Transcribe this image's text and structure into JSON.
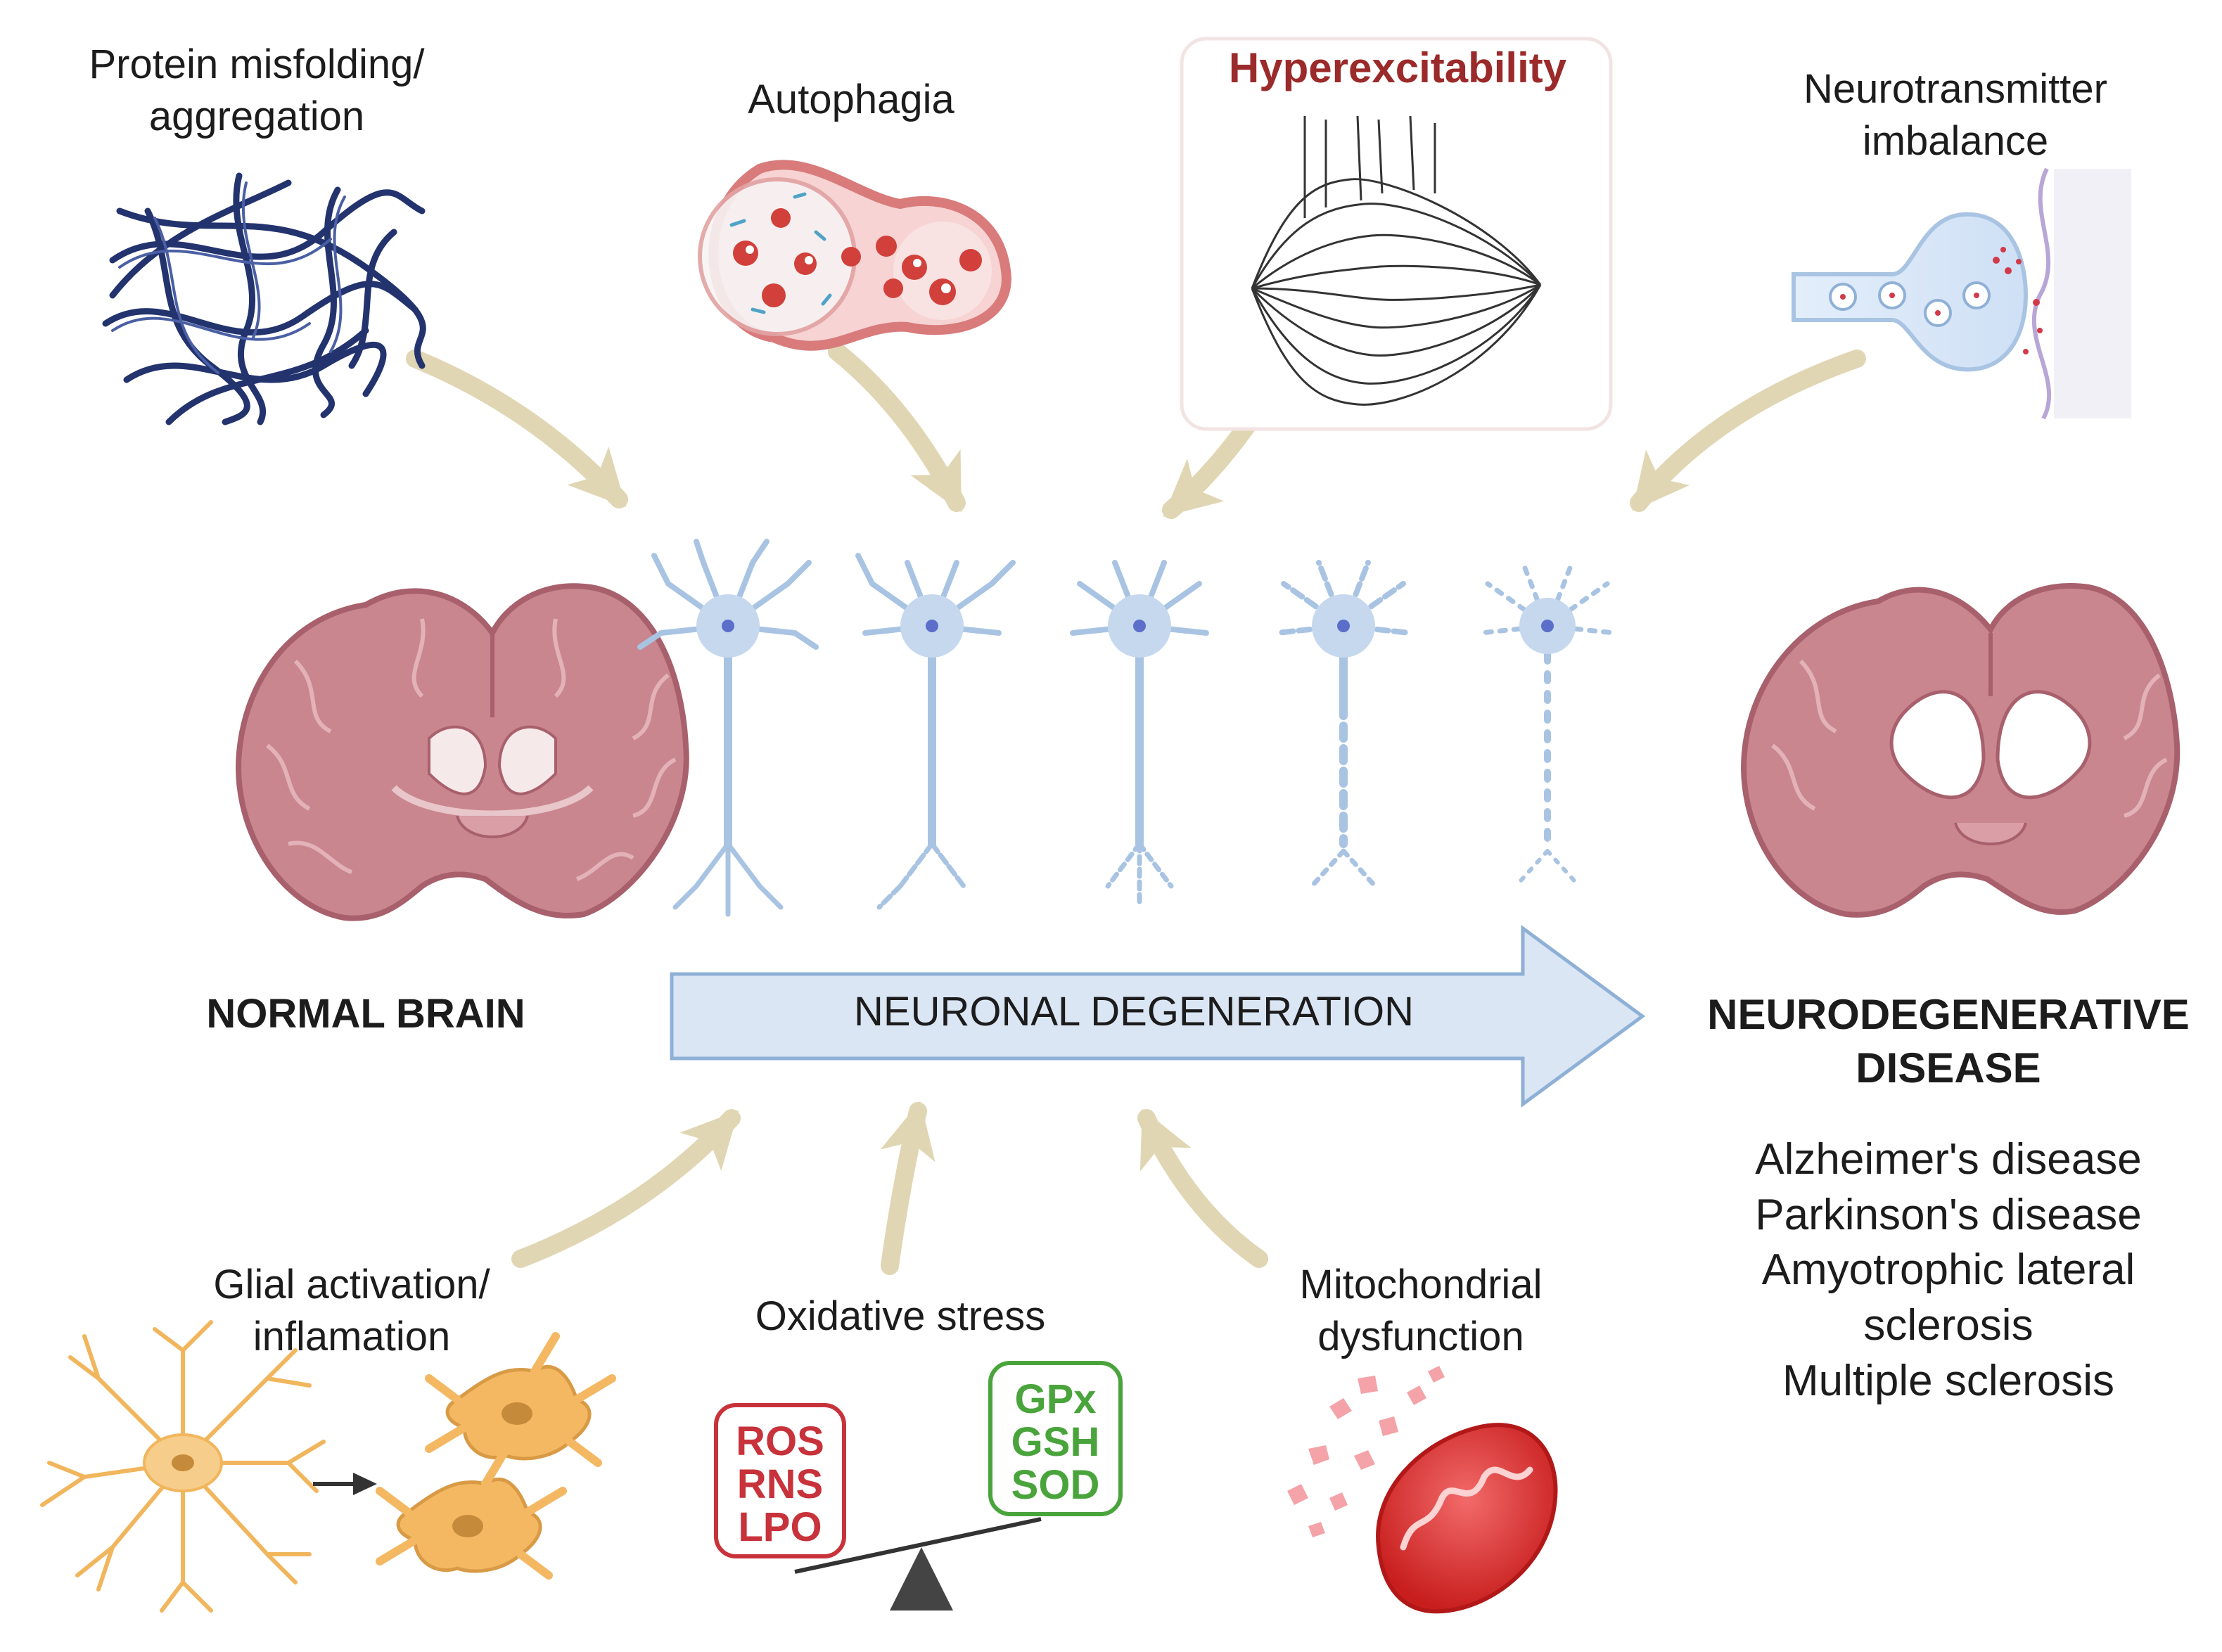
{
  "factors": {
    "protein": "Protein misfolding/\naggregation",
    "autophagia": "Autophagia",
    "hyperexcitability": "Hyperexcitability",
    "neurotransmitter": "Neurotransmitter\nimbalance",
    "glial": "Glial activation/\ninflamation",
    "oxidative": "Oxidative stress",
    "mitochondrial": "Mitochondrial\ndysfunction"
  },
  "process": {
    "normal": "NORMAL BRAIN",
    "degeneration": "NEURONAL DEGENERATION",
    "disease_title": "NEURODEGENERATIVE\nDISEASE"
  },
  "diseases": [
    "Alzheimer's disease",
    "Parkinson's disease",
    "Amyotrophic lateral",
    "sclerosis",
    "Multiple sclerosis"
  ],
  "oxidants": [
    "ROS",
    "RNS",
    "LPO"
  ],
  "antioxidants": [
    "GPx",
    "GSH",
    "SOD"
  ],
  "colors": {
    "arrow": "#e0d6b3",
    "brain": "#c9868f",
    "neuron": "#a9c4e2",
    "degeneration_arrow": "#dbe6f5",
    "hyper_title": "#9b2a2a",
    "oxidant": "#c8323a",
    "antioxidant": "#4aa43c",
    "glia": "#f1b65d"
  }
}
